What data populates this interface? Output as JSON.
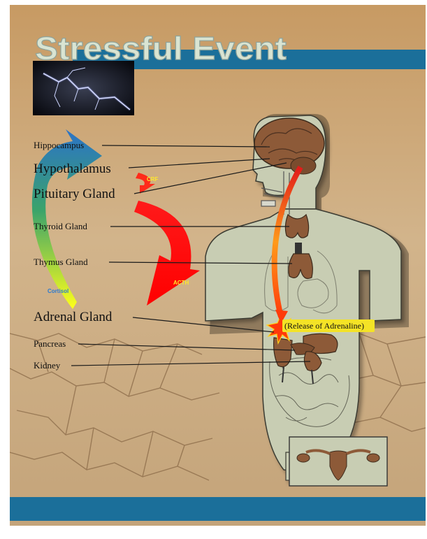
{
  "title": "Stressful Event",
  "labels": {
    "hippocampus": "Hippocampus",
    "hypothalamus": "Hypothalamus",
    "pituitary": "Pituitary Gland",
    "thyroid": "Thyroid Gland",
    "thymus": "Thymus Gland",
    "adrenal": "Adrenal Gland",
    "pancreas": "Pancreas",
    "kidney": "Kidney"
  },
  "hormones": {
    "crf": "CRF",
    "acth": "ACTH",
    "cortisol": "Cortisol"
  },
  "callout": "(Release of Adrenaline)",
  "icons": [
    "lightning-icon",
    "uterus-ovaries-icon"
  ],
  "colors": {
    "band": "#1b6f9a",
    "background": "#c9ab84",
    "organ": "#8d5a38",
    "body": "#c8cdb3",
    "callout": "#f4e326"
  }
}
